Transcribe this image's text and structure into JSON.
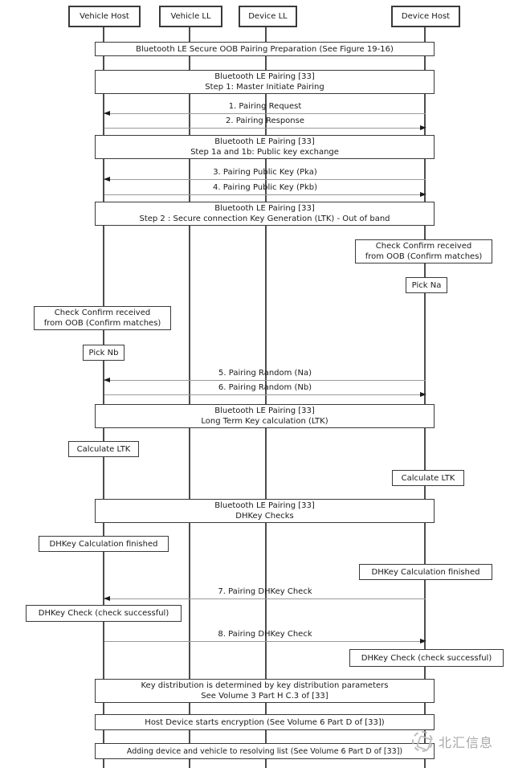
{
  "participants": [
    {
      "label": "Vehicle Host"
    },
    {
      "label": "Vehicle LL"
    },
    {
      "label": "Device LL"
    },
    {
      "label": "Device Host"
    }
  ],
  "bands": [
    {
      "lines": [
        "Bluetooth LE Secure OOB Pairing Preparation (See Figure 19-16)"
      ]
    },
    {
      "lines": [
        "Bluetooth LE Pairing [33]",
        "Step 1: Master Initiate Pairing"
      ]
    },
    {
      "lines": [
        "Bluetooth LE Pairing [33]",
        "Step 1a and 1b: Public key exchange"
      ]
    },
    {
      "lines": [
        "Bluetooth LE Pairing [33]",
        "Step 2 : Secure connection Key Generation (LTK) - Out of band"
      ]
    },
    {
      "lines": [
        "Bluetooth LE Pairing [33]",
        "Long Term Key calculation (LTK)"
      ]
    },
    {
      "lines": [
        "Bluetooth LE Pairing [33]",
        "DHKey Checks"
      ]
    },
    {
      "lines": [
        "Key distribution is determined by key distribution parameters",
        "See Volume 3 Part H C.3 of [33]"
      ]
    },
    {
      "lines": [
        "Host Device starts encryption (See Volume 6 Part D of [33])"
      ]
    },
    {
      "lines": [
        "Adding device and vehicle to resolving list (See Volume 6 Part D of [33])"
      ]
    }
  ],
  "messages": [
    {
      "label": "1. Pairing Request",
      "direction": "left"
    },
    {
      "label": "2. Pairing Response",
      "direction": "right"
    },
    {
      "label": "3. Pairing Public Key (Pka)",
      "direction": "left"
    },
    {
      "label": "4. Pairing Public Key (Pkb)",
      "direction": "right"
    },
    {
      "label": "5. Pairing Random (Na)",
      "direction": "left"
    },
    {
      "label": "6. Pairing Random (Nb)",
      "direction": "right"
    },
    {
      "label": "7. Pairing DHKey Check",
      "direction": "left"
    },
    {
      "label": "8. Pairing DHKey Check",
      "direction": "right"
    }
  ],
  "notes": {
    "device_check_confirm": {
      "lines": [
        "Check Confirm received",
        "from OOB (Confirm matches)"
      ]
    },
    "pick_na": {
      "text": "Pick Na"
    },
    "vehicle_check_confirm": {
      "lines": [
        "Check Confirm received",
        "from OOB (Confirm matches)"
      ]
    },
    "pick_nb": {
      "text": "Pick Nb"
    },
    "vehicle_calculate_ltk": {
      "text": "Calculate LTK"
    },
    "device_calculate_ltk": {
      "text": "Calculate LTK"
    },
    "vehicle_dhkey_finished": {
      "text": "DHKey Calculation finished"
    },
    "device_dhkey_finished": {
      "text": "DHKey Calculation finished"
    },
    "vehicle_dhkey_check": {
      "text": "DHKey Check (check successful)"
    },
    "device_dhkey_check": {
      "text": "DHKey Check (check successful)"
    }
  },
  "watermark": {
    "text": "北汇信息"
  },
  "colors": {
    "background": "#ffffff",
    "box_border": "#3a3a3a",
    "lifeline": "#4d4d4d",
    "message_line": "#9a9a9a",
    "arrowhead": "#1a1a1a",
    "text": "#1a1a1a",
    "watermark": "#a8a8a8"
  }
}
